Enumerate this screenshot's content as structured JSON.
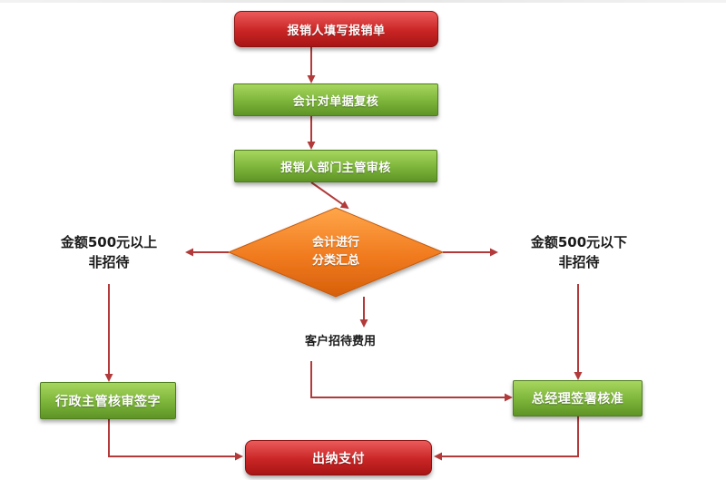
{
  "diagram": {
    "nodes": {
      "fill_form": "报销人填写报销单",
      "accountant_review": "会计对单据复核",
      "dept_head_review": "报销人部门主管审核",
      "classify_line1": "会计进行",
      "classify_line2": "分类汇总",
      "over_500_line1": "金额500元以上",
      "over_500_line2": "非招待",
      "under_500_line1": "金额500元以下",
      "under_500_line2": "非招待",
      "entertainment": "客户招待费用",
      "admin_sign": "行政主管核审签字",
      "gm_approve": "总经理签署核准",
      "cashier_pay": "出纳支付"
    },
    "colors": {
      "red_box": "#c92525",
      "green_box": "#7cb43a",
      "decision": "#f07a1e",
      "arrow": "#b23a3a"
    }
  }
}
